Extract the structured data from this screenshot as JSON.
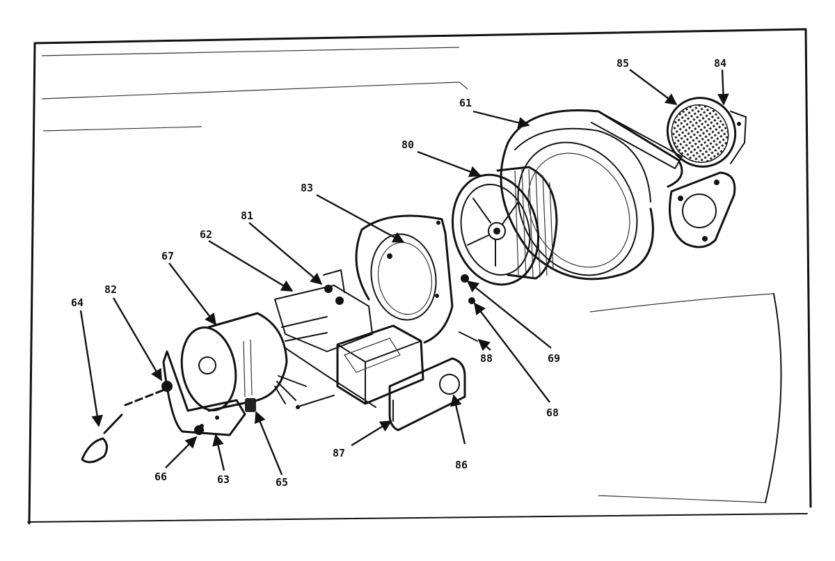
{
  "callouts": {
    "c61": "61",
    "c62": "62",
    "c63": "63",
    "c64": "64",
    "c65": "65",
    "c66": "66",
    "c67": "67",
    "c68": "68",
    "c69": "69",
    "c80": "80",
    "c81": "81",
    "c82": "82",
    "c83": "83",
    "c84": "84",
    "c85": "85",
    "c86": "86",
    "c87": "87",
    "c88": "88"
  }
}
